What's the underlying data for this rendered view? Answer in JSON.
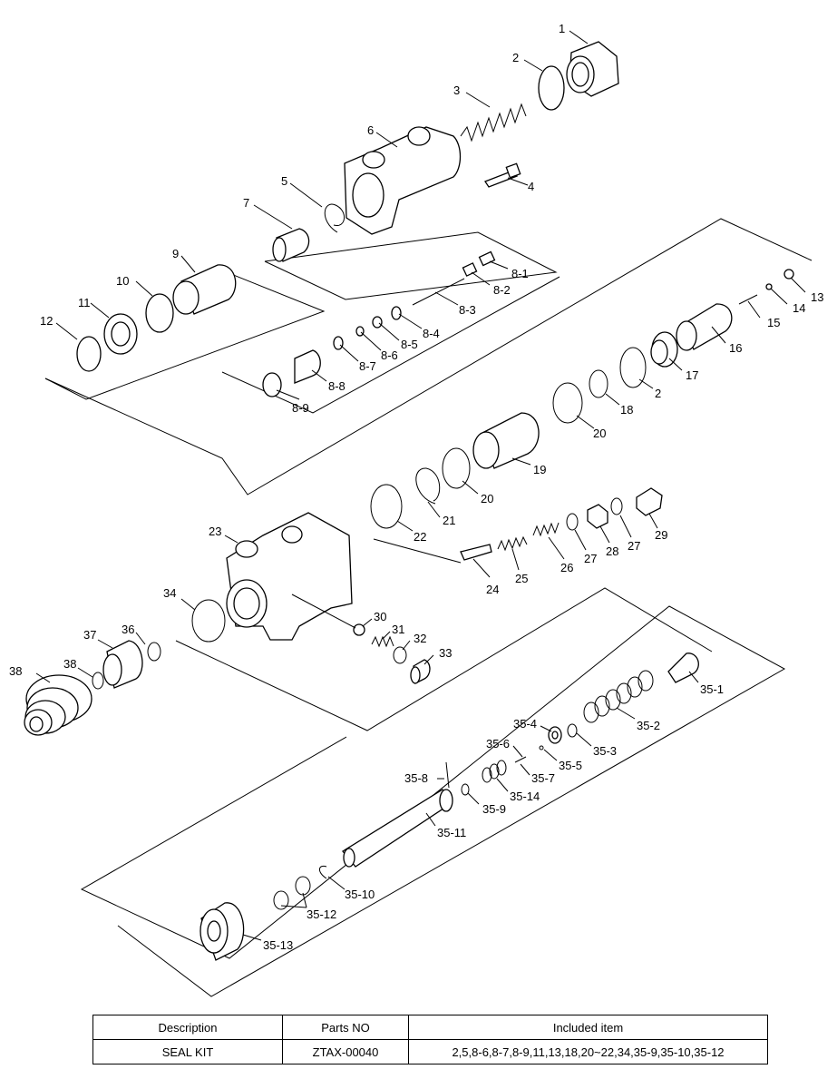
{
  "labels": [
    "1",
    "2",
    "3",
    "4",
    "5",
    "6",
    "7",
    "8-1",
    "8-2",
    "8-3",
    "8-4",
    "8-5",
    "8-6",
    "8-7",
    "8-8",
    "8-9",
    "9",
    "10",
    "11",
    "12",
    "13",
    "14",
    "15",
    "16",
    "17",
    "2",
    "18",
    "19",
    "20",
    "20",
    "21",
    "22",
    "23",
    "24",
    "25",
    "26",
    "27",
    "28",
    "27",
    "29",
    "30",
    "31",
    "32",
    "33",
    "34",
    "35-1",
    "35-2",
    "35-3",
    "35-4",
    "35-5",
    "35-6",
    "35-7",
    "35-8",
    "35-9",
    "35-10",
    "35-11",
    "35-12",
    "35-13",
    "35-14",
    "36",
    "37",
    "38",
    "38"
  ],
  "table": {
    "headers": [
      "Description",
      "Parts NO",
      "Included item"
    ],
    "rows": [
      [
        "SEAL KIT",
        "ZTAX-00040",
        "2,5,8-6,8-7,8-9,11,13,18,20~22,34,35-9,35-10,35-12"
      ]
    ]
  }
}
